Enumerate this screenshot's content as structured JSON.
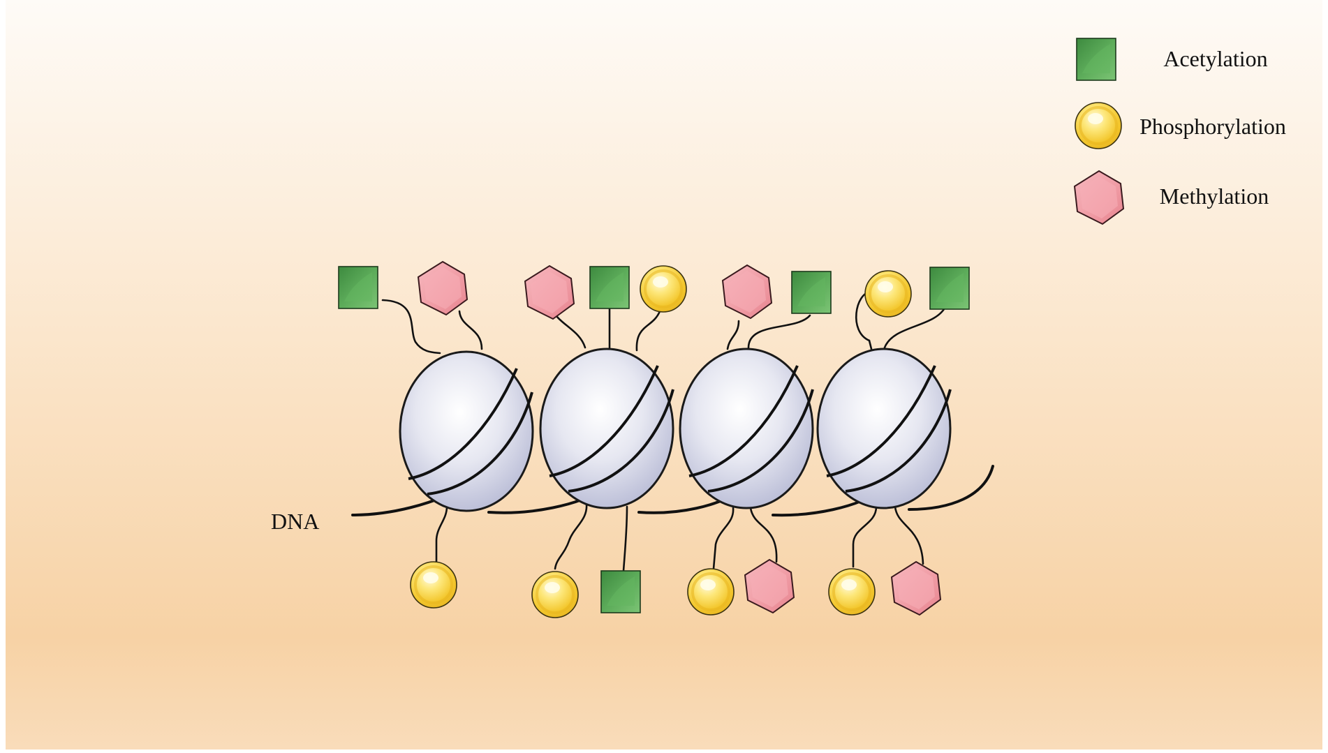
{
  "legend": {
    "acetylation": "Acetylation",
    "phosphorylation": "Phosphorylation",
    "methylation": "Methylation"
  },
  "labels": {
    "dna": "DNA"
  },
  "nucleosomes": [
    {
      "top": [
        "acetylation",
        "methylation"
      ],
      "bottom": [
        "phosphorylation"
      ]
    },
    {
      "top": [
        "methylation",
        "acetylation",
        "phosphorylation"
      ],
      "bottom": [
        "phosphorylation",
        "acetylation"
      ]
    },
    {
      "top": [
        "methylation",
        "acetylation"
      ],
      "bottom": [
        "phosphorylation",
        "methylation"
      ]
    },
    {
      "top": [
        "phosphorylation",
        "acetylation"
      ],
      "bottom": [
        "phosphorylation",
        "methylation"
      ]
    }
  ],
  "colors": {
    "background_top": "#fefbf7",
    "background_bottom": "#f7d2a5",
    "acetylation": "#4d9a4d",
    "phosphorylation": "#f5cf3a",
    "methylation": "#ef9aa3",
    "histone": "#dcdeec",
    "dna": "#111111"
  }
}
